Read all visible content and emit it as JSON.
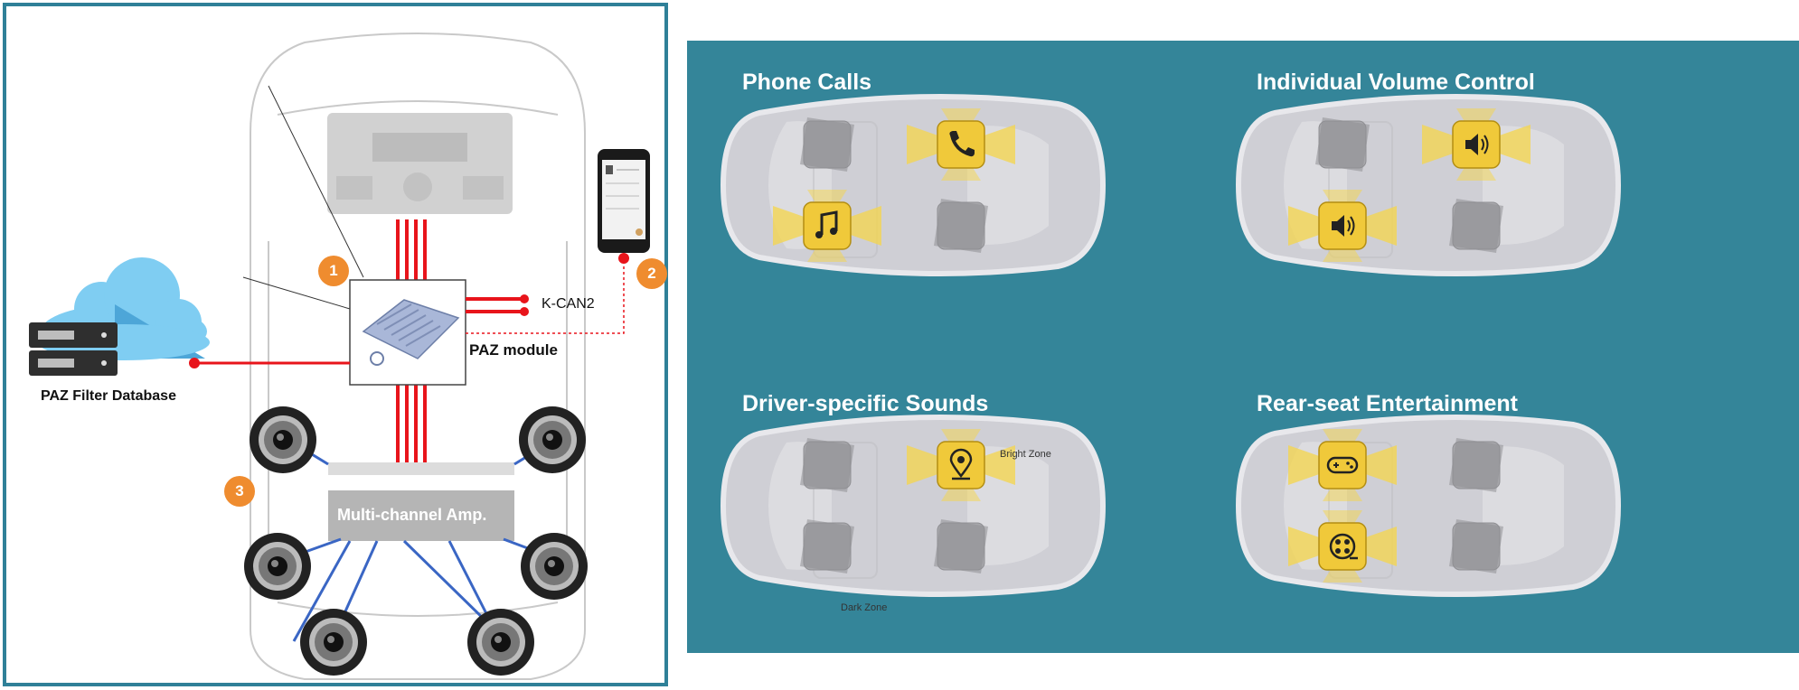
{
  "left": {
    "labels": {
      "kcan": "K-CAN2",
      "module": "PAZ module",
      "database": "PAZ Filter Database",
      "amp": "Multi-channel Amp."
    },
    "callouts": [
      "1",
      "2",
      "3"
    ],
    "colors": {
      "accent": "#ef8c2f",
      "wire": "#e8141b",
      "speaker_wire": "#3a66c4",
      "frame": "#2f8098"
    }
  },
  "right": {
    "background": "#348599",
    "scenarios": [
      {
        "title": "Phone Calls",
        "icons": [
          "phone-icon",
          "music-note-icon"
        ]
      },
      {
        "title": "Individual Volume Control",
        "icons": [
          "volume-icon",
          "volume-icon"
        ]
      },
      {
        "title": "Driver-specific Sounds",
        "icons": [
          "location-pin-icon"
        ],
        "bright_zone": "Bright Zone",
        "dark_zone": "Dark Zone"
      },
      {
        "title": "Rear-seat Entertainment",
        "icons": [
          "gamepad-icon",
          "film-reel-icon"
        ]
      }
    ],
    "colors": {
      "highlight": "#f5d54a",
      "car_body": "#cfcfd5"
    }
  }
}
